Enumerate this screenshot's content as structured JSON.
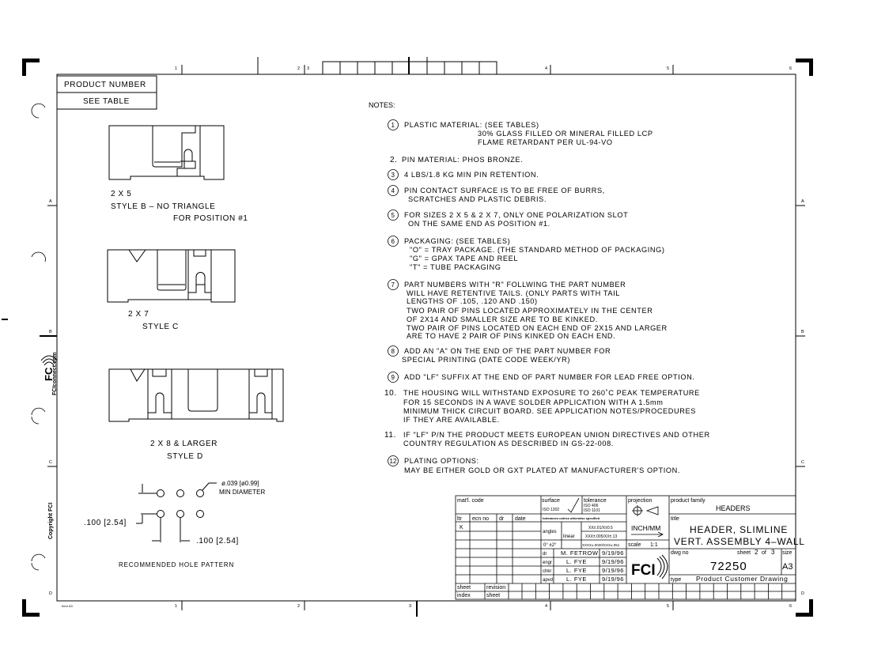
{
  "zones": {
    "top": [
      "1",
      "2",
      "3",
      "4",
      "5",
      "6"
    ],
    "bottom": [
      "1",
      "2",
      "3",
      "4",
      "5",
      "6"
    ],
    "side": [
      "A",
      "B",
      "C",
      "D"
    ]
  },
  "product_number": {
    "label": "PRODUCT NUMBER",
    "value": "SEE TABLE"
  },
  "views": {
    "style_b": {
      "line1": "2 X 5",
      "line2": "STYLE B  –  NO TRIANGLE",
      "line3": "FOR POSITION #1"
    },
    "style_c": {
      "line1": "2 X 7",
      "line2": "STYLE C"
    },
    "style_d": {
      "line1": "2 X 8 & LARGER",
      "line2": "STYLE D"
    }
  },
  "hole_pattern": {
    "diameter": "ø.039 [ø0.99]",
    "diameter_note": "MIN DIAMETER",
    "pitch_vertical": ".100 [2.54]",
    "pitch_horizontal": ".100 [2.54]",
    "caption": "RECOMMENDED HOLE PATTERN"
  },
  "notes_heading": "NOTES:",
  "notes": [
    {
      "num": "1",
      "circled": true,
      "lines": [
        "PLASTIC MATERIAL: (SEE TABLES)",
        "30% GLASS FILLED OR MINERAL FILLED LCP",
        "FLAME RETARDANT PER UL-94-VO"
      ]
    },
    {
      "num": "2.",
      "circled": false,
      "lines": [
        "PIN MATERIAL: PHOS BRONZE."
      ]
    },
    {
      "num": "3",
      "circled": true,
      "lines": [
        "4 LBS/1.8 KG MIN PIN RETENTION."
      ]
    },
    {
      "num": "4",
      "circled": true,
      "lines": [
        "PIN CONTACT SURFACE IS TO BE FREE OF BURRS,",
        "SCRATCHES AND PLASTIC DEBRIS."
      ]
    },
    {
      "num": "5",
      "circled": true,
      "lines": [
        "FOR SIZES 2 X 5 & 2 X 7, ONLY ONE POLARIZATION SLOT",
        "ON THE SAME END AS POSITION #1."
      ]
    },
    {
      "num": "6",
      "circled": true,
      "lines": [
        "PACKAGING: (SEE TABLES)",
        "\"O\" = TRAY PACKAGE. (THE STANDARD METHOD OF PACKAGING)",
        "\"G\" = GPAX TAPE AND REEL",
        "\"T\" = TUBE PACKAGING"
      ]
    },
    {
      "num": "7",
      "circled": true,
      "lines": [
        "PART NUMBERS WITH \"R\" FOLLWING THE PART NUMBER",
        "WILL HAVE RETENTIVE TAILS. (ONLY PARTS WITH TAIL",
        "LENGTHS OF .105, .120 AND .150)",
        "TWO PAIR OF PINS LOCATED APPROXIMATELY IN THE CENTER",
        "OF 2X14 AND SMALLER SIZE ARE TO BE KINKED.",
        "TWO PAIR OF PINS LOCATED ON EACH END OF 2X15 AND LARGER",
        "ARE TO HAVE 2 PAIR OF PINS KINKED ON EACH END."
      ]
    },
    {
      "num": "8",
      "circled": true,
      "lines": [
        "ADD AN \"A\" ON THE END OF THE PART NUMBER FOR",
        "SPECIAL  PRINTING (DATE CODE WEEK/YR)"
      ]
    },
    {
      "num": "9",
      "circled": true,
      "lines": [
        "ADD \"LF\" SUFFIX AT THE END OF PART NUMBER FOR LEAD FREE OPTION."
      ]
    },
    {
      "num": "10.",
      "circled": false,
      "lines": [
        "THE HOUSING WILL WITHSTAND EXPOSURE TO 260˚C PEAK TEMPERATURE",
        "FOR 15 SECONDS IN A WAVE SOLDER APPLICATION WITH A 1.5mm",
        "MINIMUM THICK CIRCUIT BOARD. SEE APPLICATION NOTES/PROCEDURES",
        "IF THEY ARE AVAILABLE."
      ]
    },
    {
      "num": "11.",
      "circled": false,
      "lines": [
        "IF \"LF\" P/N THE PRODUCT MEETS EUROPEAN UNION DIRECTIVES AND OTHER",
        "COUNTRY REGULATION AS DESCRIBED IN GS-22-008."
      ]
    },
    {
      "num": "12",
      "circled": true,
      "lines": [
        "PLATING OPTIONS:",
        "MAY BE EITHER GOLD OR GXT PLATED AT MANUFACTURER'S OPTION."
      ]
    }
  ],
  "margin": {
    "website": "FCIconnect.com",
    "copyright": "Copyright FCI",
    "form": "form A3",
    "logo": "FCI"
  },
  "title_block": {
    "matl_code_label": "mat'l. code",
    "surface_label": "surface",
    "surface_std": "ISO 1302",
    "tolerance_label": "tolerance",
    "tolerance_std1": "ISO 406",
    "tolerance_std2": "ISO 1101",
    "projection_label": "projection",
    "product_family_label": "product family",
    "product_family": "HEADERS",
    "ltr_label": "ltr",
    "ecn_label": "ecn no",
    "dr_label": "dr",
    "date_label": "date",
    "revision_letter": "K",
    "tol_note": "tolerances unless otherwise specified",
    "angles_label": "angles",
    "angle_tol": "0° ±2°",
    "linear_label": "linear",
    "linear_tol": [
      "XX±.01/X±0.5",
      "XXX±.005/XX±.13",
      "XXXX±.0020/XXX±.051"
    ],
    "units": "INCH/MM",
    "scale_label": "scale",
    "scale": "1:1",
    "title_label": "title",
    "title_line1": "HEADER, SLIMLINE",
    "title_line2": "VERT. ASSEMBLY 4–WALL",
    "signatures": [
      {
        "role": "dr",
        "name": "M. FETROW",
        "date": "9/19/96"
      },
      {
        "role": "engr",
        "name": "L. FYE",
        "date": "9/19/96"
      },
      {
        "role": "chkr",
        "name": "L. FYE",
        "date": "9/19/96"
      },
      {
        "role": "apvd",
        "name": "L. FYE",
        "date": "9/19/96"
      }
    ],
    "logo": "FCI",
    "dwg_no_label": "dwg no",
    "sheet_label": "sheet",
    "sheet": "2",
    "of_label": "of",
    "sheets": "3",
    "size_label": "size",
    "size": "A3",
    "dwg_no": "72250",
    "type_label": "type",
    "type": "Product Customer Drawing",
    "sheet_index_1": "sheet",
    "sheet_index_2": "index",
    "revision_sheet_1": "revision",
    "revision_sheet_2": "sheet"
  }
}
